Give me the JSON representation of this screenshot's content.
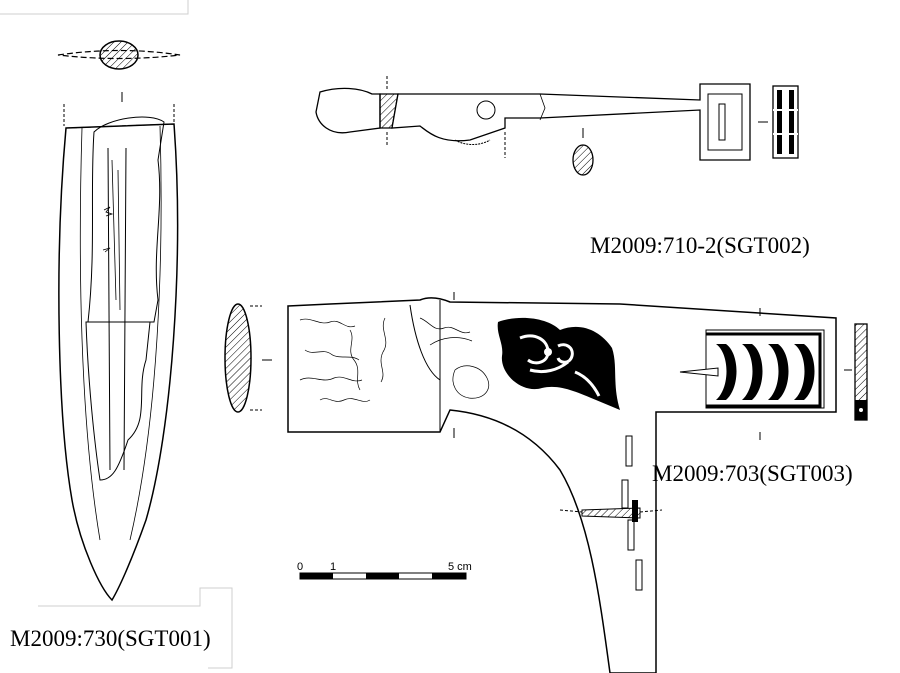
{
  "labels": {
    "artifact_1": "M2009:730(SGT001)",
    "artifact_2": "M2009:710-2(SGT002)",
    "artifact_3": "M2009:703(SGT003)"
  },
  "scale_bar": {
    "tick_zero": "0",
    "tick_one": "1",
    "tick_five": "5 cm"
  }
}
